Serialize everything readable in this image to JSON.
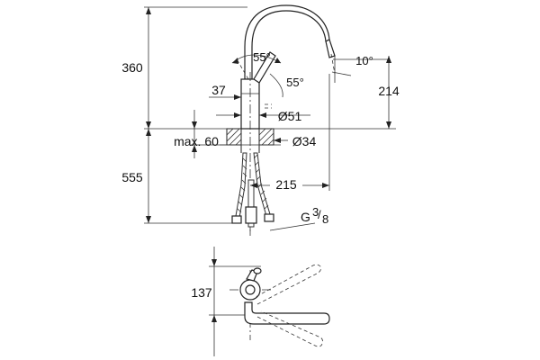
{
  "drawing": {
    "dimensions": {
      "total_height": "360",
      "spout_height": "214",
      "handle_angle_top": "55°",
      "handle_angle_side": "55°",
      "spout_tilt": "10°",
      "lever_offset": "37",
      "body_diameter": "Ø51",
      "hole_diameter": "Ø34",
      "max_deck_thickness": "max. 60",
      "hose_length": "555",
      "spout_reach": "215",
      "connection_thread_main": "G",
      "connection_thread_sup": "3",
      "connection_thread_sub": "8",
      "plan_offset": "137"
    }
  }
}
